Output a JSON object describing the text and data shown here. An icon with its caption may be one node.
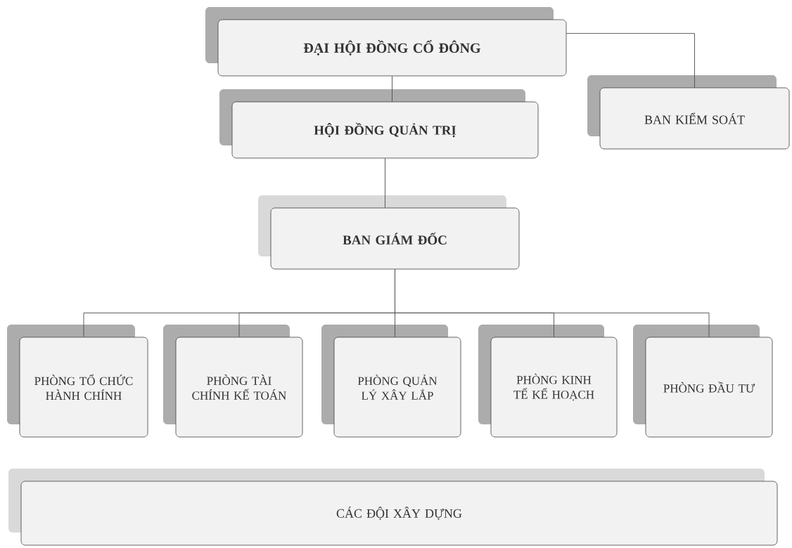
{
  "diagram": {
    "nodes": [
      {
        "text": [
          "ĐẠI HỘI ĐỒNG CỔ ĐÔNG"
        ]
      },
      {
        "text": [
          "HỘI ĐỒNG QUẢN TRỊ"
        ]
      },
      {
        "text": [
          "BAN KIỂM SOÁT"
        ]
      },
      {
        "text": [
          "BAN GIÁM ĐỐC"
        ]
      },
      {
        "text": [
          "PHÒNG TỔ CHỨC HÀNH CHÍNH"
        ]
      },
      {
        "text": [
          "PHÒNG TÀI CHÍNH KẾ TOÁN"
        ]
      },
      {
        "text": [
          "PHÒNG QUẢN LÝ XÂY LẮP"
        ]
      },
      {
        "text": [
          "PHÒNG KINH TẾ KẾ HOẠCH"
        ]
      },
      {
        "text": [
          "PHÒNG ĐẦU TƯ"
        ]
      },
      {
        "text": [
          "CÁC ĐỘI XÂY DỰNG"
        ]
      }
    ],
    "edges": [
      {
        "from": 0,
        "to": 1,
        "arrow": "none"
      },
      {
        "from": 0,
        "to": 2,
        "arrow": "none"
      },
      {
        "from": 1,
        "to": 3,
        "arrow": "none"
      },
      {
        "from": 3,
        "to": 4,
        "arrow": "none"
      },
      {
        "from": 3,
        "to": 5,
        "arrow": "none"
      },
      {
        "from": 3,
        "to": 6,
        "arrow": "none"
      },
      {
        "from": 3,
        "to": 7,
        "arrow": "none"
      },
      {
        "from": 3,
        "to": 8,
        "arrow": "none"
      }
    ]
  }
}
